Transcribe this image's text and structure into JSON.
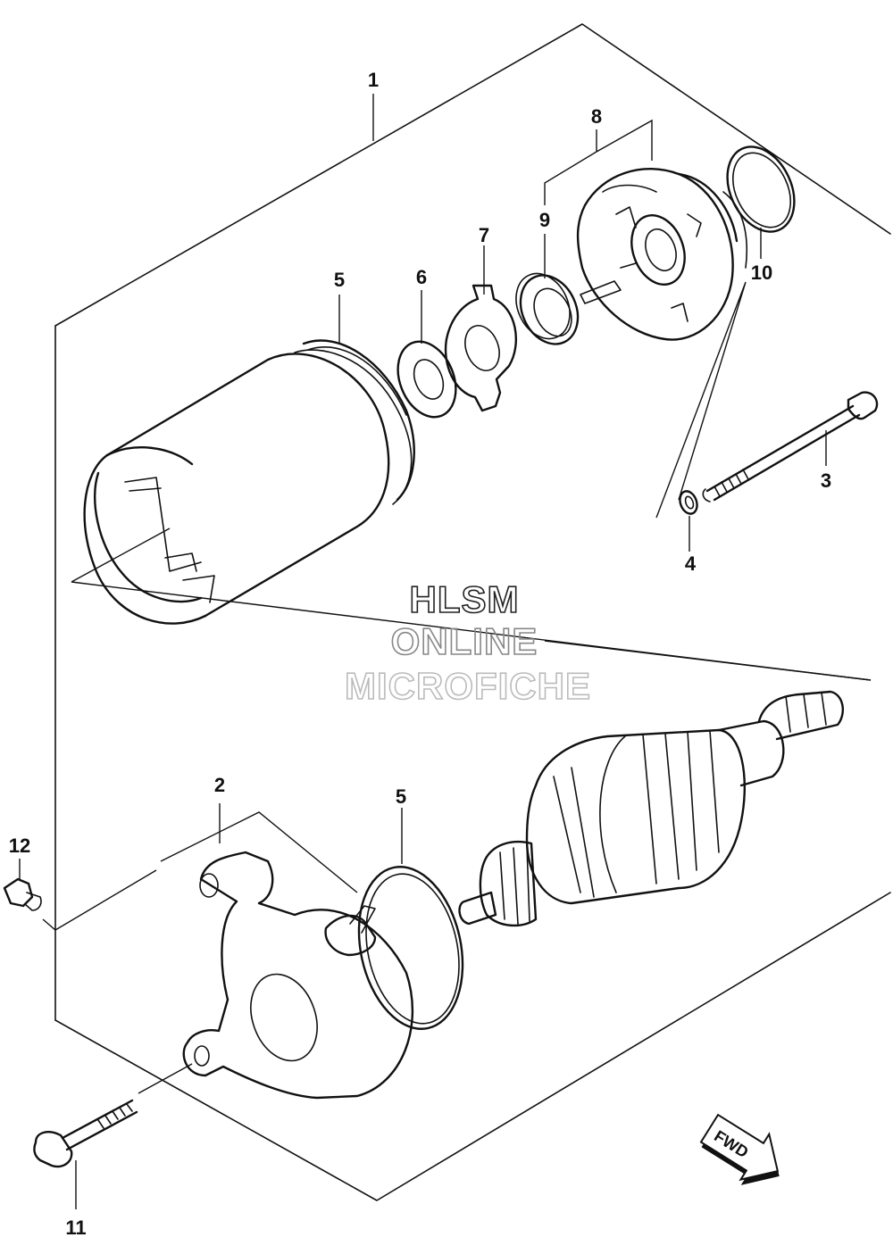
{
  "callouts": {
    "c1": "1",
    "c2": "2",
    "c3": "3",
    "c4": "4",
    "c5a": "5",
    "c5b": "5",
    "c6": "6",
    "c7": "7",
    "c8": "8",
    "c9": "9",
    "c10": "10",
    "c11": "11",
    "c12": "12"
  },
  "watermark": {
    "line1": "HLSM",
    "line2": "ONLINE",
    "line3": "MICROFICHE"
  },
  "fwd_arrow": {
    "label": "FWD"
  },
  "colors": {
    "line": "#111111",
    "watermark_dark": "#222222",
    "watermark_mid": "#888888",
    "watermark_light": "#bbbbbb"
  }
}
